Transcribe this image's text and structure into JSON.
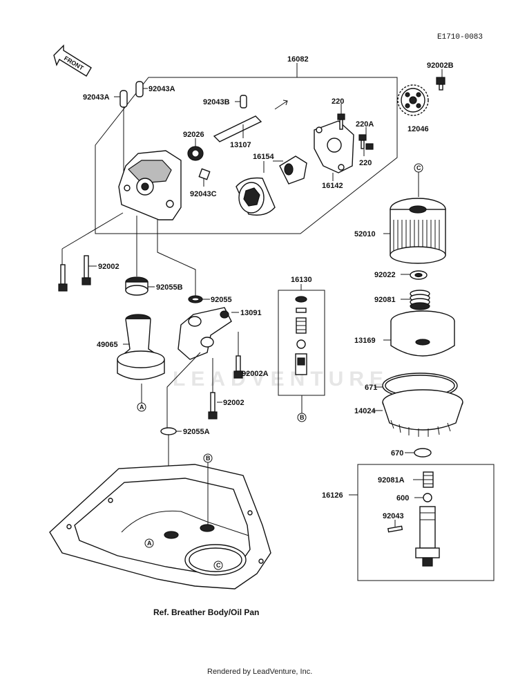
{
  "diagram_code": "E1710-0083",
  "front_label": "FRONT",
  "watermark": "LEADVENTURE",
  "footer": "Rendered by LeadVenture, Inc.",
  "ref_text": "Ref. Breather Body/Oil Pan",
  "callouts": {
    "A": "A",
    "B": "B",
    "C": "C"
  },
  "parts": {
    "p16082": "16082",
    "p92043A_1": "92043A",
    "p92043A_2": "92043A",
    "p92043B": "92043B",
    "p92026": "92026",
    "p13107": "13107",
    "p16154": "16154",
    "p92043C": "92043C",
    "p220_1": "220",
    "p220A": "220A",
    "p220_2": "220",
    "p16142": "16142",
    "p92002B": "92002B",
    "p12046": "12046",
    "p52010": "52010",
    "p92022": "92022",
    "p92081": "92081",
    "p13169": "13169",
    "p671": "671",
    "p14024": "14024",
    "p670": "670",
    "p16126": "16126",
    "p92081A": "92081A",
    "p600": "600",
    "p92043": "92043",
    "p92002_1": "92002",
    "p92055B": "92055B",
    "p92055": "92055",
    "p13091": "13091",
    "p49065": "49065",
    "p92002A": "92002A",
    "p92002_2": "92002",
    "p92055A": "92055A",
    "p16130": "16130"
  }
}
